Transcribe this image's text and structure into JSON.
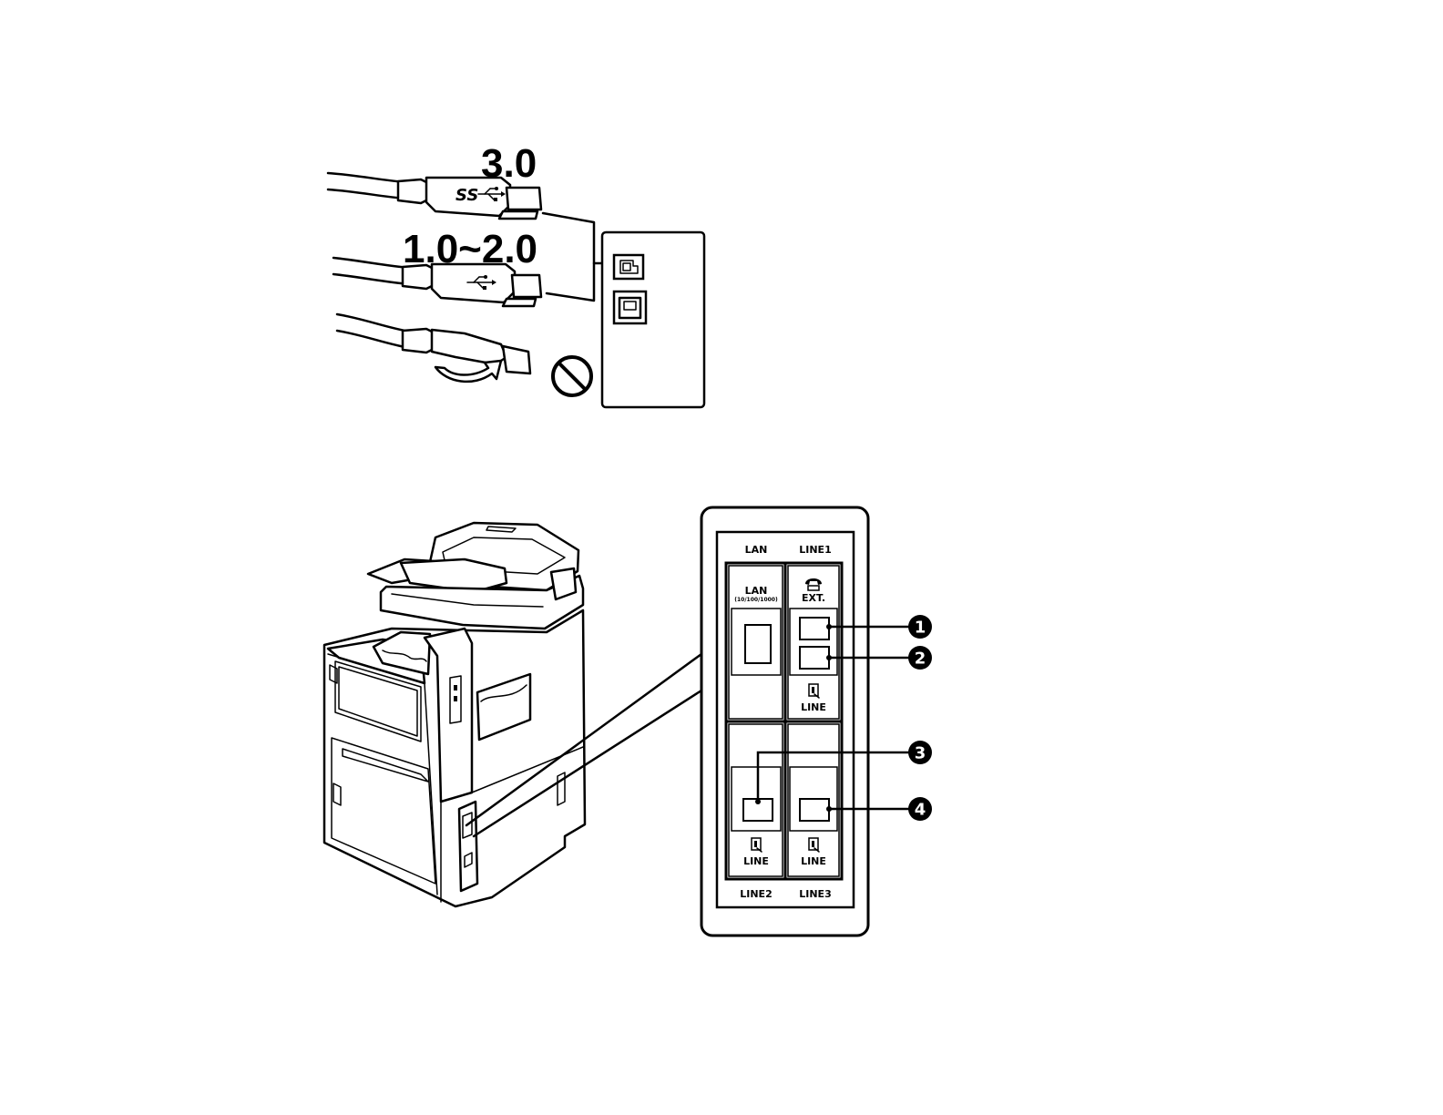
{
  "usb": {
    "version_30_label": "3.0",
    "version_1020_label": "1.0~2.0",
    "superspeed_mark": "SS",
    "icons": [
      "usb-trident-icon",
      "prohibited-icon",
      "usb-b-port-icon",
      "lan-port-icon"
    ]
  },
  "panel": {
    "top_left_label": "LAN",
    "top_right_label": "LINE1",
    "bottom_left_label": "LINE2",
    "bottom_right_label": "LINE3",
    "lan_port_label": "LAN",
    "lan_port_speed": "(10/100/1000)",
    "ext_label": "EXT.",
    "line1_port_label": "LINE",
    "line2_port_label": "LINE",
    "line3_port_label": "LINE",
    "icons": [
      "telephone-icon",
      "wall-jack-icon"
    ]
  },
  "callouts": [
    "1",
    "2",
    "3",
    "4"
  ]
}
